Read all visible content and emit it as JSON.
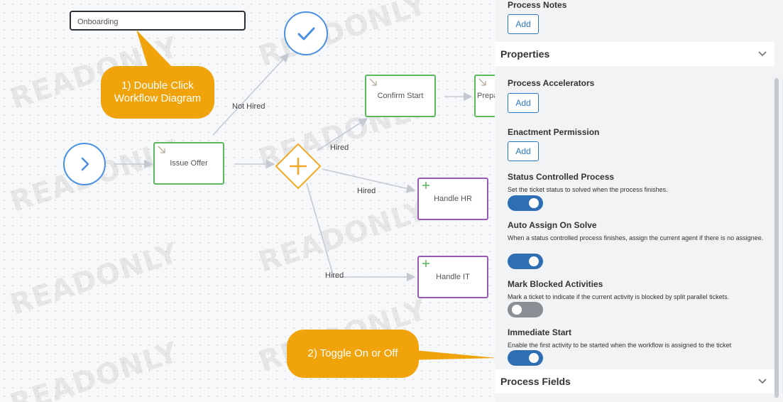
{
  "diagram": {
    "title_box": "Onboarding",
    "nodes": {
      "issue_offer": "Issue Offer",
      "confirm_start": "Confirm Start",
      "prepare": "Prepa",
      "handle_hr": "Handle HR",
      "handle_it": "Handle IT"
    },
    "edge_labels": {
      "not_hired": "Not Hired",
      "hired_1": "Hired",
      "hired_2": "Hired",
      "hired_3": "Hired"
    },
    "watermark": "READONLY",
    "callouts": {
      "step1_line1": "1) Double Click",
      "step1_line2": "Workflow Diagram",
      "step2": "2) Toggle On or Off"
    },
    "icons": [
      "start-chevron-icon",
      "end-check-icon",
      "gateway-plus-icon",
      "task-arrow-icon",
      "task-plus-icon"
    ]
  },
  "panel": {
    "process_notes": {
      "label": "Process Notes",
      "button": "Add"
    },
    "properties_header": "Properties",
    "process_accelerators": {
      "label": "Process Accelerators",
      "button": "Add"
    },
    "enactment_permission": {
      "label": "Enactment Permission",
      "button": "Add"
    },
    "status_controlled": {
      "label": "Status Controlled Process",
      "desc": "Set the ticket status to solved when the process finishes.",
      "on": true
    },
    "auto_assign": {
      "label": "Auto Assign On Solve",
      "desc": "When a status controlled process finishes, assign the current agent if there is no assignee.",
      "on": true
    },
    "mark_blocked": {
      "label": "Mark Blocked Activities",
      "desc": "Mark a ticket to indicate if the current activity is blocked by split parallel tickets.",
      "on": false
    },
    "immediate_start": {
      "label": "Immediate Start",
      "desc": "Enable the first activity to be started when the workflow is assigned to the ticket",
      "on": true
    },
    "process_fields_header": "Process Fields"
  },
  "colors": {
    "callout": "#f0a30a",
    "toggle_on": "#2e6eb5",
    "toggle_off": "#8a8f96",
    "start_end": "#4a90e2",
    "task_green": "#5cb85c",
    "task_purple": "#9b59b6",
    "gateway": "#f5a623"
  }
}
